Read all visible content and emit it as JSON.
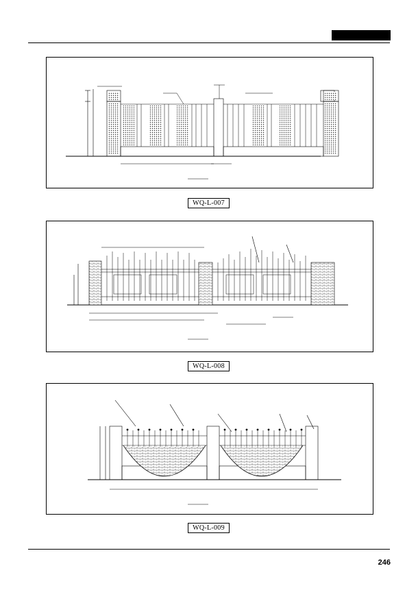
{
  "drawings": [
    {
      "code": "WQ-L-007"
    },
    {
      "code": "WQ-L-008"
    },
    {
      "code": "WQ-L-009"
    }
  ],
  "page_number": "246",
  "colors": {
    "ink": "#000000",
    "paper": "#ffffff"
  }
}
